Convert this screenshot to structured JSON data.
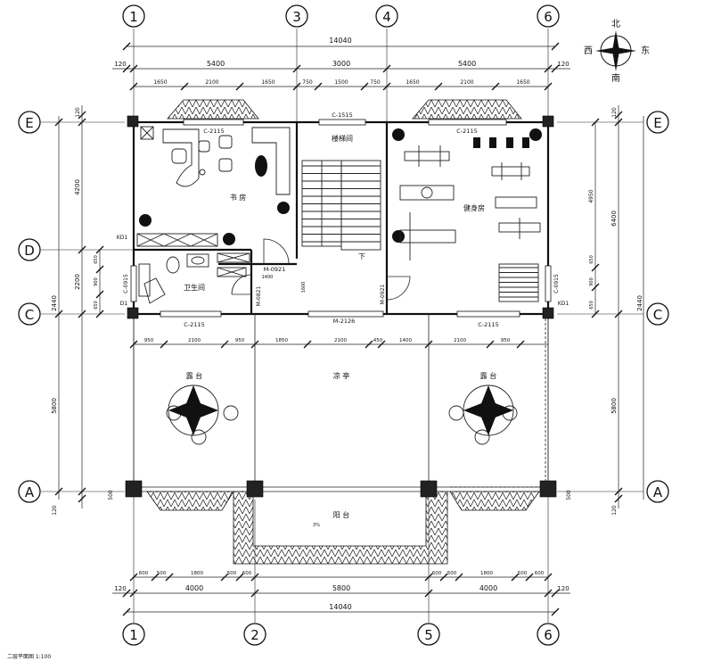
{
  "axes": {
    "vertical_top": [
      "1",
      "3",
      "4",
      "6"
    ],
    "vertical_bottom": [
      "1",
      "2",
      "5",
      "6"
    ],
    "horizontal_left": [
      "E",
      "D",
      "C",
      "A"
    ],
    "horizontal_right": [
      "E",
      "C",
      "A"
    ]
  },
  "compass": {
    "north": "北",
    "east": "东",
    "west": "西",
    "south": "南"
  },
  "dimensions": {
    "top_total": "14040",
    "top_major": [
      "120",
      "5400",
      "3000",
      "5400",
      "120"
    ],
    "top_minor": [
      "1650",
      "2100",
      "1650",
      "750",
      "1500",
      "750",
      "1650",
      "2100",
      "1650"
    ],
    "bottom_total": "14040",
    "bottom_major": [
      "120",
      "4000",
      "5800",
      "4000",
      "120"
    ],
    "bottom_minor": [
      "600",
      "500",
      "1800",
      "500",
      "600",
      "600",
      "500",
      "1800",
      "500",
      "600"
    ],
    "left_outer": [
      "2440",
      "5800",
      "120"
    ],
    "left_inner": [
      "120",
      "4200",
      "2200",
      "650",
      "900",
      "650",
      "500"
    ],
    "right_outer": [
      "120",
      "6400",
      "2440",
      "5800",
      "120"
    ],
    "right_inner": [
      "4950",
      "650",
      "900",
      "650",
      "500"
    ],
    "terrace": [
      "950",
      "2100",
      "950",
      "1850",
      "2100",
      "450",
      "1400",
      "2100",
      "950"
    ],
    "misc": [
      "1400",
      "1600"
    ]
  },
  "rooms": {
    "study": "书 房",
    "stair": "楼梯间",
    "gym": "健身房",
    "bath": "卫生间",
    "terrace_left": "露 台",
    "pavilion": "凉 亭",
    "terrace_right": "露 台",
    "balcony": "阳 台",
    "down": "下"
  },
  "openings": {
    "c1515": "C-1515",
    "c2115_a": "C-2115",
    "c2115_b": "C-2115",
    "c2115_c": "C-2115",
    "c2115_d": "C-2115",
    "m0921_a": "M-0921",
    "m0921_b": "M-0921",
    "m0821": "M-0821",
    "m2126": "M-2126",
    "c0915_l": "C-0915",
    "c0915_r": "C-0915",
    "kd1": "KD1",
    "d1_l": "D1",
    "d1_r": "KD1",
    "slope": "3%"
  },
  "footer": "二层平面图  1:100"
}
